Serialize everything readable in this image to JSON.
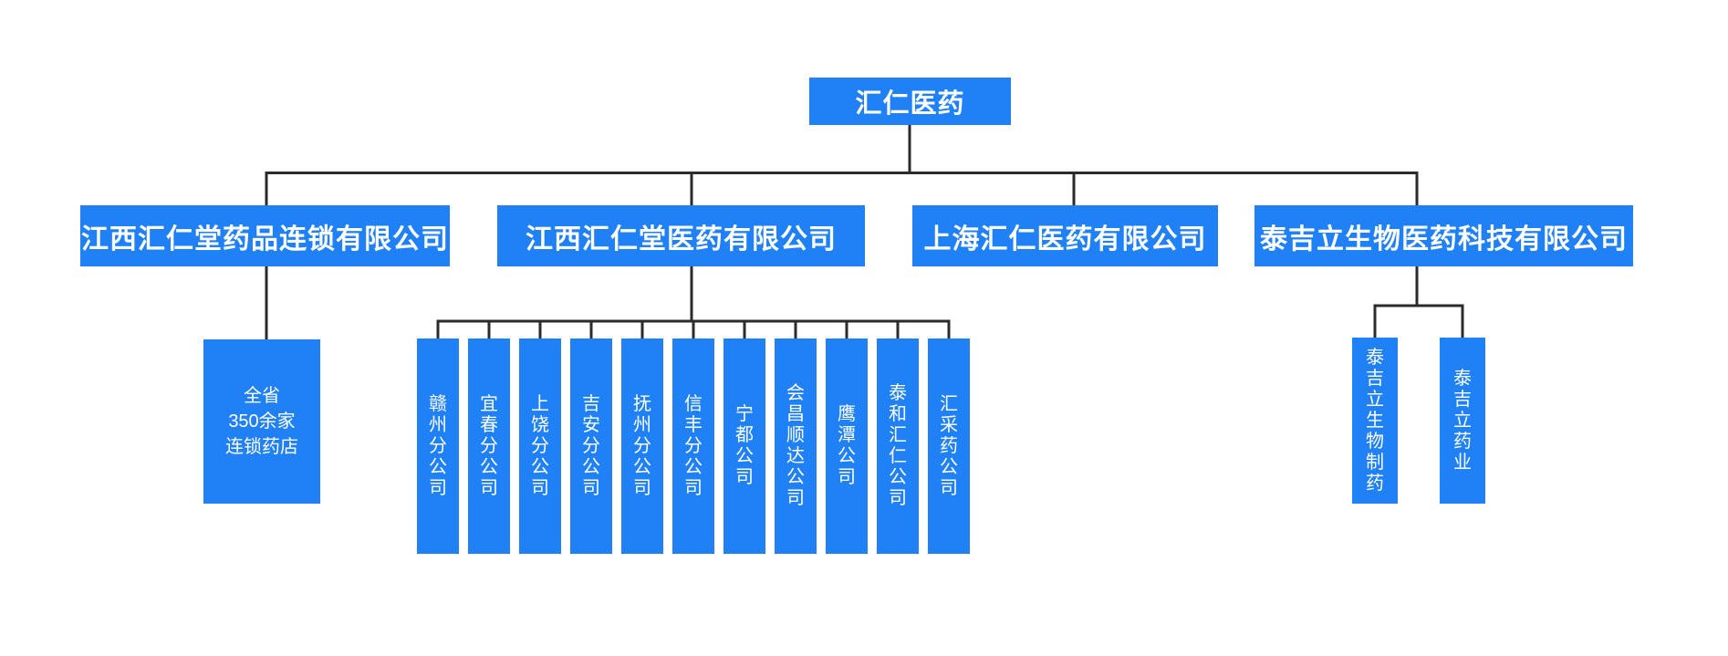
{
  "org": {
    "root": "汇仁医药",
    "level2": [
      "江西汇仁堂药品连锁有限公司",
      "江西汇仁堂医药有限公司",
      "上海汇仁医药有限公司",
      "泰吉立生物医药科技有限公司"
    ],
    "retail_note_lines": [
      "全省",
      "350余家",
      "连锁药店"
    ],
    "jxhrt_children": [
      "赣州分公司",
      "宜春分公司",
      "上饶分公司",
      "吉安分公司",
      "抚州分公司",
      "信丰分公司",
      "宁都公司",
      "会昌顺达公司",
      "鹰潭公司",
      "泰和汇仁公司",
      "汇采药公司"
    ],
    "tjl_children": [
      "泰吉立生物制药",
      "泰吉立药业"
    ],
    "colors": {
      "box_blue": "#2080f6",
      "text_white": "#ffffff",
      "line_dark": "#2b2b2b",
      "background": "#ffffff"
    }
  }
}
